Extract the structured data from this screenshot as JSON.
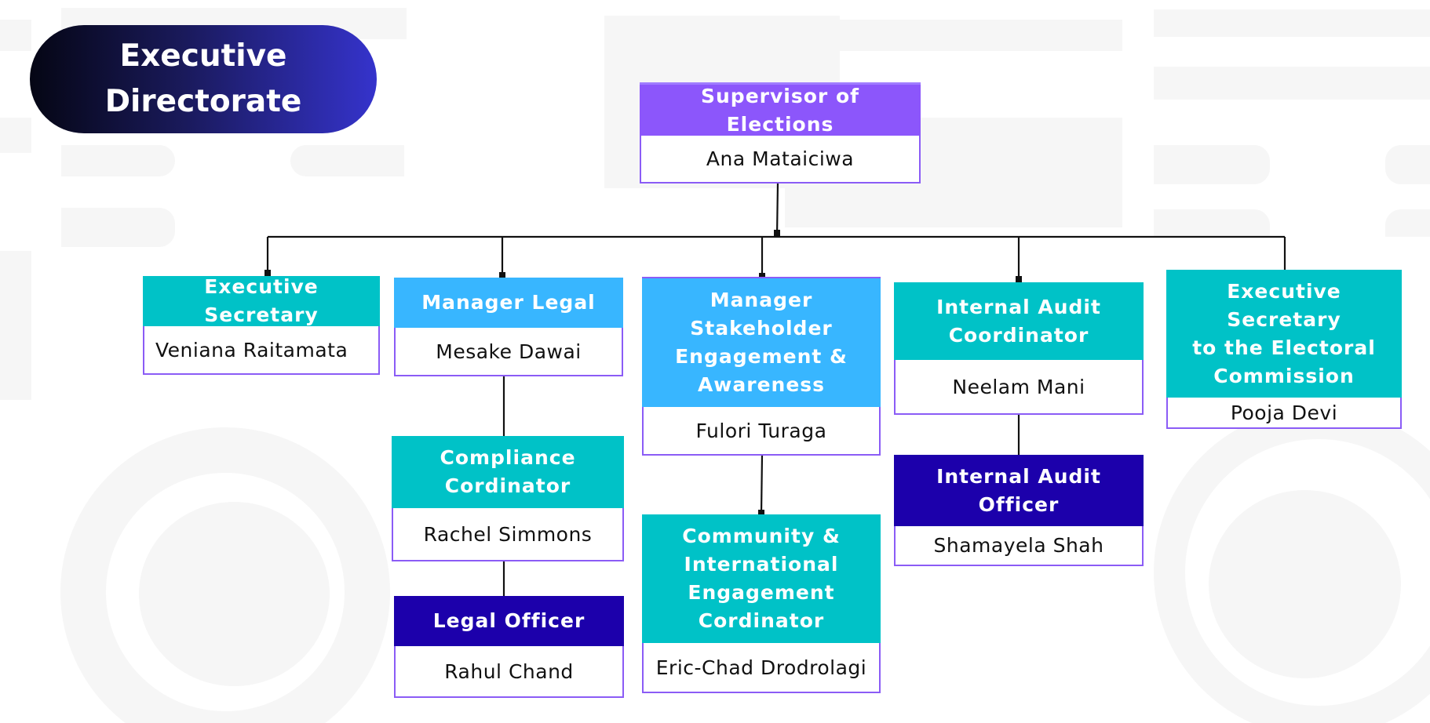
{
  "title": {
    "line1": "Executive",
    "line2": "Directorate"
  },
  "colors": {
    "supervisor": "#8c56fb",
    "teal": "#00c2c7",
    "sky": "#38b6ff",
    "indigo": "#1c00ab",
    "border": "#8b5cf6",
    "connector": "#111111"
  },
  "org": {
    "supervisor": {
      "title": [
        "Supervisor of Elections"
      ],
      "name": "Ana Mataiciwa"
    },
    "executive_secretary": {
      "title": [
        "Executive Secretary"
      ],
      "name": "Veniana Raitamata"
    },
    "manager_legal": {
      "title": [
        "Manager Legal"
      ],
      "name": "Mesake Dawai"
    },
    "compliance_coordinator": {
      "title": [
        "Compliance",
        "Cordinator"
      ],
      "name": "Rachel Simmons"
    },
    "legal_officer": {
      "title": [
        "Legal Officer"
      ],
      "name": "Rahul Chand"
    },
    "manager_stakeholder": {
      "title": [
        "Manager",
        "Stakeholder",
        "Engagement &",
        "Awareness"
      ],
      "name": "Fulori Turaga"
    },
    "community_coordinator": {
      "title": [
        "Community &",
        "International",
        "Engagement",
        "Cordinator"
      ],
      "name": "Eric-Chad Drodrolagi"
    },
    "internal_audit_coordinator": {
      "title": [
        "Internal Audit",
        "Coordinator"
      ],
      "name": "Neelam Mani"
    },
    "internal_audit_officer": {
      "title": [
        "Internal Audit",
        "Officer"
      ],
      "name": "Shamayela Shah"
    },
    "exec_sec_commission": {
      "title": [
        "Executive",
        "Secretary",
        "to the Electoral",
        "Commission"
      ],
      "name": "Pooja Devi"
    }
  },
  "hierarchy": [
    {
      "parent": "supervisor",
      "child": "executive_secretary"
    },
    {
      "parent": "supervisor",
      "child": "manager_legal"
    },
    {
      "parent": "supervisor",
      "child": "manager_stakeholder"
    },
    {
      "parent": "supervisor",
      "child": "internal_audit_coordinator"
    },
    {
      "parent": "supervisor",
      "child": "exec_sec_commission"
    },
    {
      "parent": "manager_legal",
      "child": "compliance_coordinator"
    },
    {
      "parent": "compliance_coordinator",
      "child": "legal_officer"
    },
    {
      "parent": "manager_stakeholder",
      "child": "community_coordinator"
    },
    {
      "parent": "internal_audit_coordinator",
      "child": "internal_audit_officer"
    }
  ]
}
